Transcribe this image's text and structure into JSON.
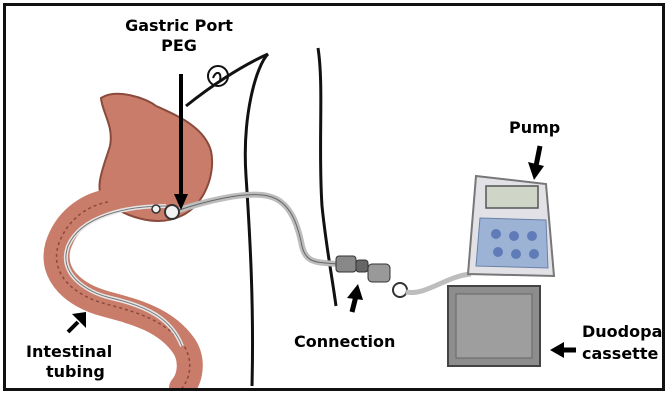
{
  "labels": {
    "gastric_port": "Gastric Port",
    "peg": "PEG",
    "pump": "Pump",
    "connection": "Connection",
    "intestinal_line1": "Intestinal",
    "intestinal_line2": "tubing",
    "duodopa_line1": "Duodopa",
    "duodopa_line2": "cassette"
  },
  "colors": {
    "stomach": "#c97c6a",
    "tube": "#c9c9c9",
    "pump_body": "#e2e2e6",
    "pump_keys": "#9db3d6",
    "cassette": "#8d8d8d"
  }
}
